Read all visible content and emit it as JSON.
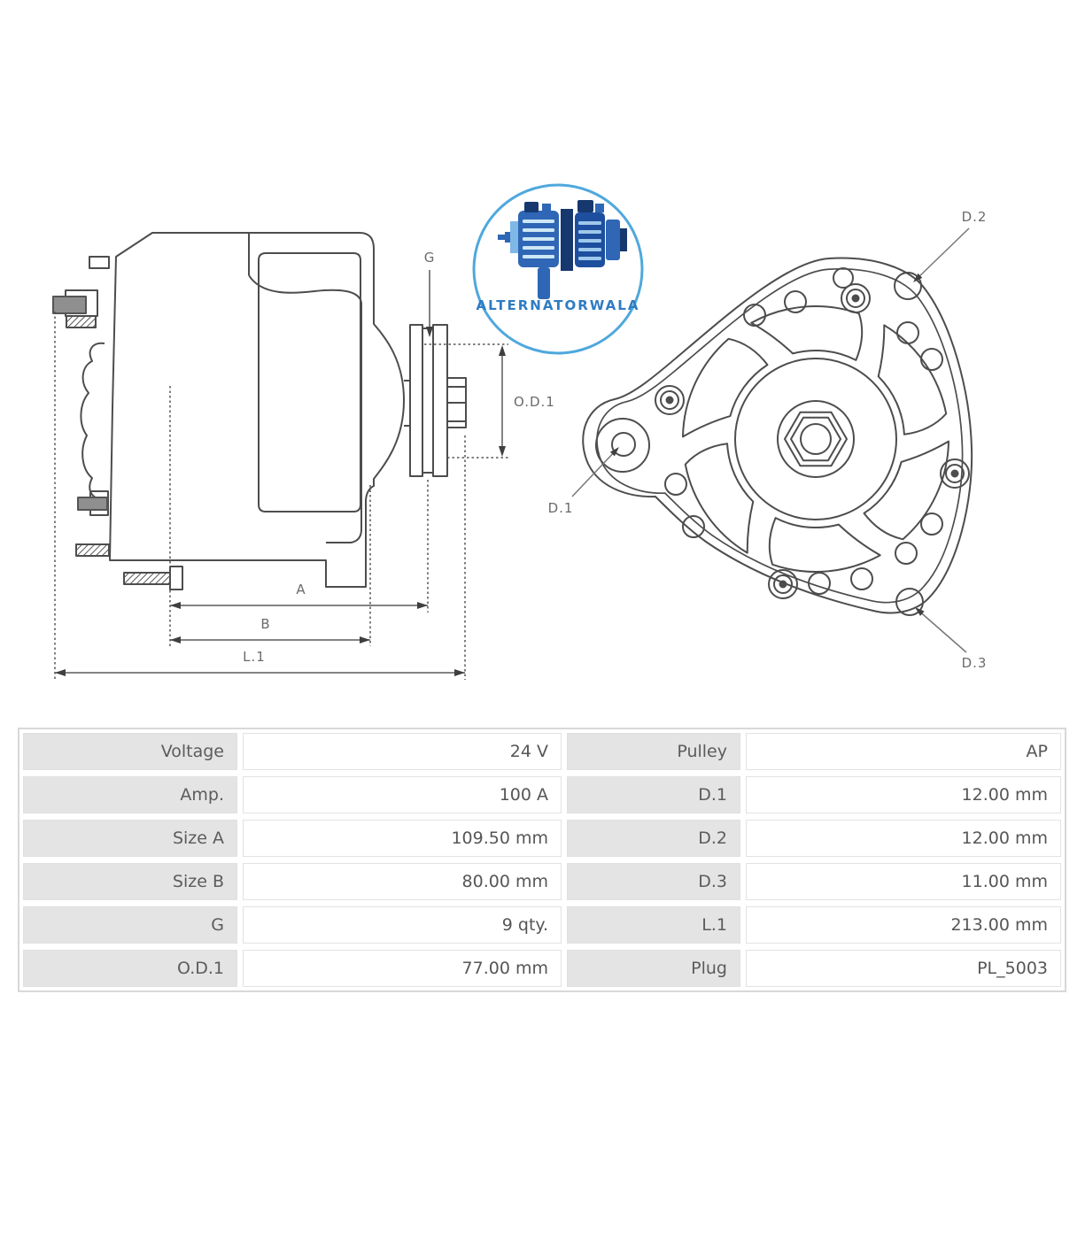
{
  "logo": {
    "text": "ALTERNATORWALA",
    "ring_color": "#4fa8dd",
    "text_color": "#2e7cc3",
    "icon_dark": "#16386e",
    "icon_mid": "#2f66b5",
    "icon_deep": "#1d4f9e",
    "icon_light": "#cde7f5"
  },
  "drawing": {
    "line_color": "#4d4d4d",
    "label_color": "#6b6b6b",
    "side_view": {
      "labels": {
        "g": "G",
        "od1": "O.D.1",
        "a": "A",
        "b": "B",
        "l1": "L.1"
      }
    },
    "front_view": {
      "labels": {
        "d1": "D.1",
        "d2": "D.2",
        "d3": "D.3"
      }
    }
  },
  "spec_table": {
    "rows": [
      {
        "l1": "Voltage",
        "v1": "24 V",
        "l2": "Pulley",
        "v2": "AP"
      },
      {
        "l1": "Amp.",
        "v1": "100 A",
        "l2": "D.1",
        "v2": "12.00 mm"
      },
      {
        "l1": "Size A",
        "v1": "109.50 mm",
        "l2": "D.2",
        "v2": "12.00 mm"
      },
      {
        "l1": "Size B",
        "v1": "80.00 mm",
        "l2": "D.3",
        "v2": "11.00 mm"
      },
      {
        "l1": "G",
        "v1": "9 qty.",
        "l2": "L.1",
        "v2": "213.00 mm"
      },
      {
        "l1": "O.D.1",
        "v1": "77.00 mm",
        "l2": "Plug",
        "v2": "PL_5003"
      }
    ]
  }
}
